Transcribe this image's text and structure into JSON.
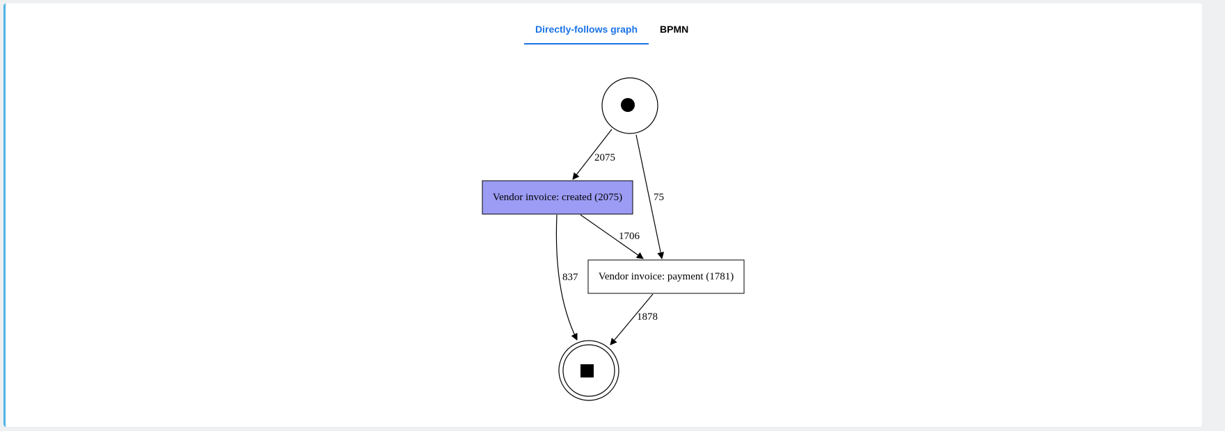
{
  "tabs": [
    {
      "label": "Directly-follows graph",
      "active": true
    },
    {
      "label": "BPMN",
      "active": false
    }
  ],
  "graph": {
    "start_node": {
      "kind": "start"
    },
    "end_node": {
      "kind": "end"
    },
    "activities": [
      {
        "label": "Vendor invoice: created (2075)",
        "highlighted": true,
        "fill": "#9c9cf5"
      },
      {
        "label": "Vendor invoice: payment (1781)",
        "highlighted": false,
        "fill": "#ffffff"
      }
    ],
    "edges": [
      {
        "from": "start",
        "to": "Vendor invoice: created",
        "count": "2075"
      },
      {
        "from": "start",
        "to": "Vendor invoice: payment",
        "count": "75"
      },
      {
        "from": "Vendor invoice: created",
        "to": "Vendor invoice: payment",
        "count": "1706"
      },
      {
        "from": "Vendor invoice: created",
        "to": "end",
        "count": "837"
      },
      {
        "from": "Vendor invoice: payment",
        "to": "end",
        "count": "1878"
      }
    ]
  },
  "colors": {
    "accent": "#1a73e8",
    "panel_border": "#4db3e6",
    "highlight_fill": "#9c9cf5"
  }
}
